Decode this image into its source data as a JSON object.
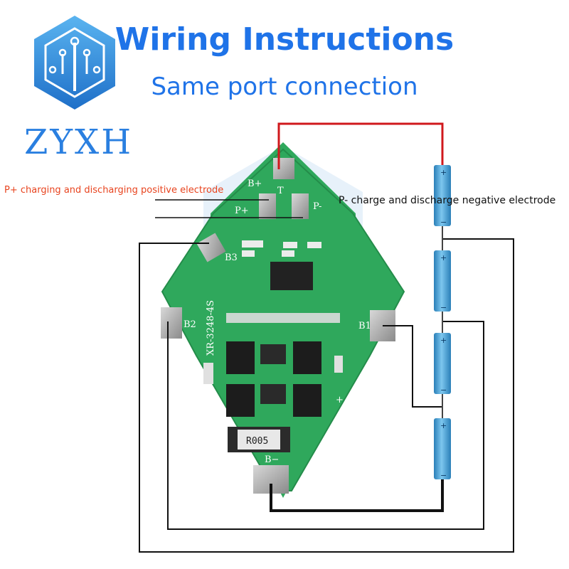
{
  "header": {
    "title": "Wiring Instructions",
    "subtitle": "Same port connection"
  },
  "brand": {
    "name": "ZYXH",
    "color": "#2a7fe0"
  },
  "callouts": {
    "p_plus": "P+ charging and discharging positive electrode",
    "p_minus": "P- charge and discharge negative electrode"
  },
  "board": {
    "model": "XR-3248-4S",
    "resistor_code": "R005",
    "pads": {
      "b_plus": "B+",
      "p_plus": "P+",
      "t": "T",
      "p_minus": "P-",
      "b3": "B3",
      "b2": "B2",
      "b1": "B1",
      "b_minus": "B−",
      "plus": "+"
    }
  },
  "battery": {
    "plus": "+",
    "minus": "−"
  },
  "colors": {
    "title": "#1f73e8",
    "board": "#2fa85c",
    "wire_positive": "#d0181c",
    "wire_negative": "#111111",
    "cell": "#3f9fd6",
    "p_plus_label": "#e8441f"
  }
}
